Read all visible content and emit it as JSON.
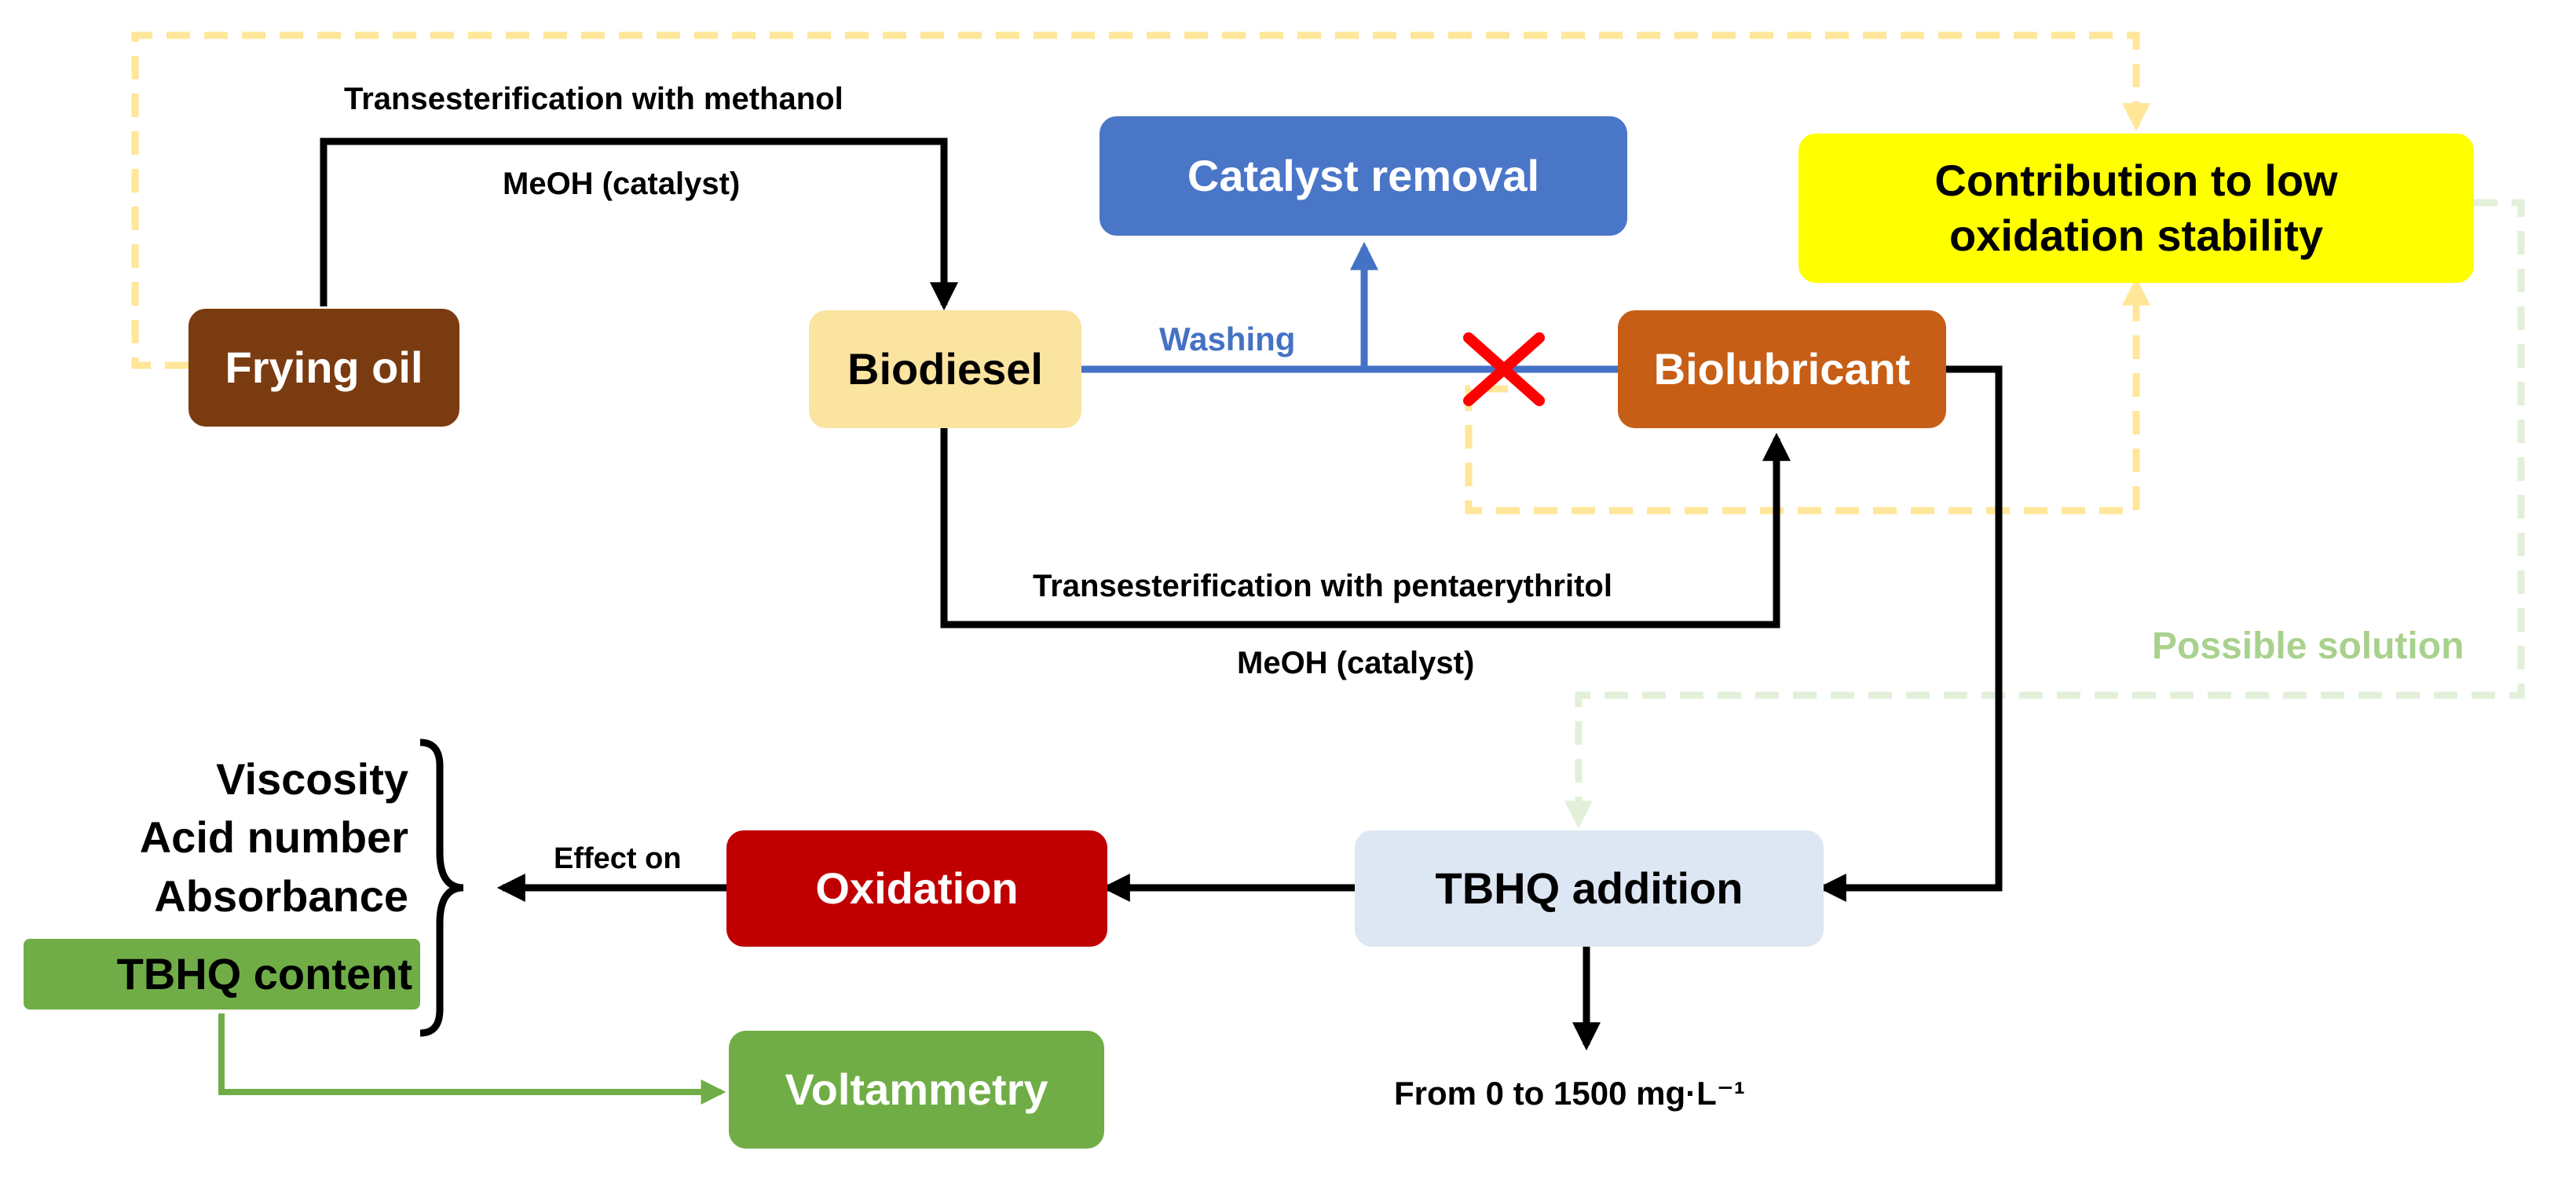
{
  "nodes": {
    "frying_oil": "Frying oil",
    "biodiesel": "Biodiesel",
    "catalyst_removal": "Catalyst removal",
    "biolubricant": "Biolubricant",
    "contribution": "Contribution to low oxidation stability",
    "tbhq_addition": "TBHQ addition",
    "oxidation": "Oxidation",
    "voltammetry": "Voltammetry"
  },
  "edge_labels": {
    "transesterification_methanol": "Transesterification with methanol",
    "meoh_catalyst_top": "MeOH (catalyst)",
    "washing": "Washing",
    "transesterification_pentaerythritol": "Transesterification with pentaerythritol",
    "meoh_catalyst_bottom": "MeOH (catalyst)",
    "possible_solution": "Possible solution",
    "effect_on": "Effect on",
    "concentration_range": "From 0 to 1500 mg·L⁻¹"
  },
  "parameters": [
    "Viscosity",
    "Acid number",
    "Absorbance",
    "TBHQ content"
  ],
  "colors": {
    "frying_oil": "#7b3b10",
    "biodiesel": "#fbe3a0",
    "catalyst_removal": "#4a76c8",
    "biolubricant": "#c65e16",
    "contribution": "#ffff00",
    "tbhq_addition": "#dde6f3",
    "oxidation": "#c00000",
    "voltammetry": "#70ad47",
    "tbhq_content": "#70ad47",
    "washing_text": "#4472c4",
    "possible_solution_text": "#a9d18e",
    "blocked_mark": "#ff0000",
    "dashed_yellow": "#ffe699",
    "dashed_green": "#e2f0d9"
  },
  "icons": [
    "blocked-x-icon",
    "curly-brace-icon"
  ]
}
